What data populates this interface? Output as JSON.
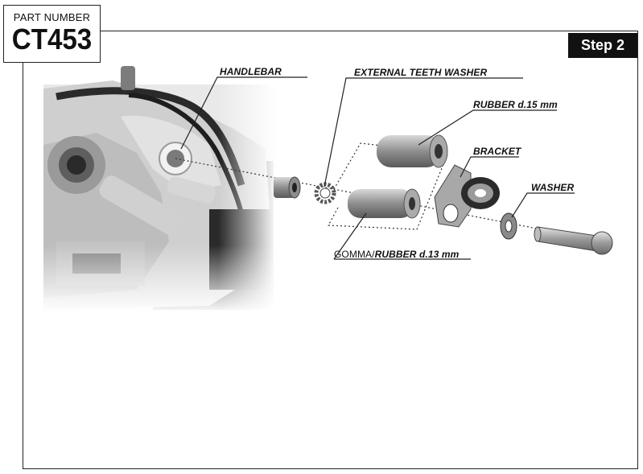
{
  "header": {
    "part_label": "PART NUMBER",
    "part_code": "CT453",
    "step": "Step 2"
  },
  "labels": {
    "handlebar": "HANDLEBAR",
    "washer_teeth": "EXTERNAL TEETH WASHER",
    "rubber_15": "RUBBER d.15 mm",
    "bracket": "BRACKET",
    "washer": "WASHER",
    "rubber_13_prefix": "GOMMA/",
    "rubber_13": "RUBBER d.13 mm"
  }
}
